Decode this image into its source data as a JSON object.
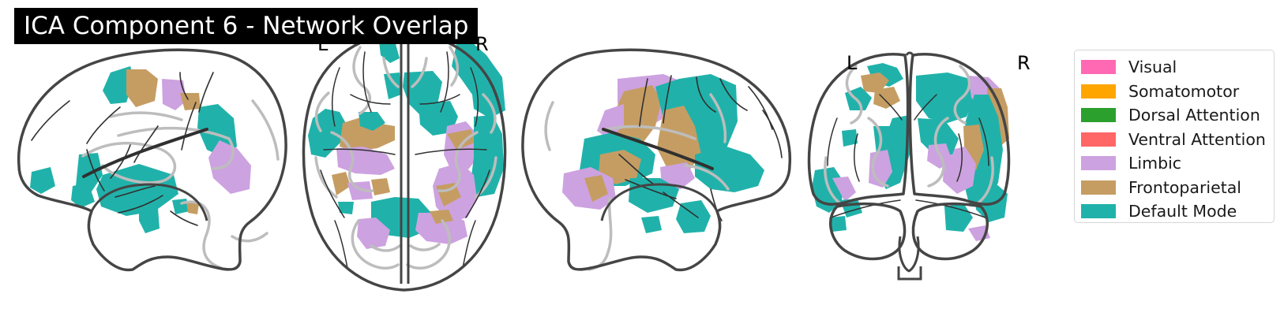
{
  "title": "ICA Component 6 - Network Overlap",
  "views": {
    "axial": {
      "left": "L",
      "right": "R"
    },
    "coronal": {
      "left": "L",
      "right": "R"
    }
  },
  "legend": {
    "items": [
      {
        "label": "Visual",
        "color": "#ff69b4"
      },
      {
        "label": "Somatomotor",
        "color": "#ffa500"
      },
      {
        "label": "Dorsal Attention",
        "color": "#2ca02c"
      },
      {
        "label": "Ventral Attention",
        "color": "#ff6666"
      },
      {
        "label": "Limbic",
        "color": "#cda2e0"
      },
      {
        "label": "Frontoparietal",
        "color": "#c59d63"
      },
      {
        "label": "Default Mode",
        "color": "#20b2aa"
      }
    ]
  },
  "colors": {
    "outline": "#454545",
    "gyri": "#bdbdbd",
    "sulci": "#303030"
  }
}
